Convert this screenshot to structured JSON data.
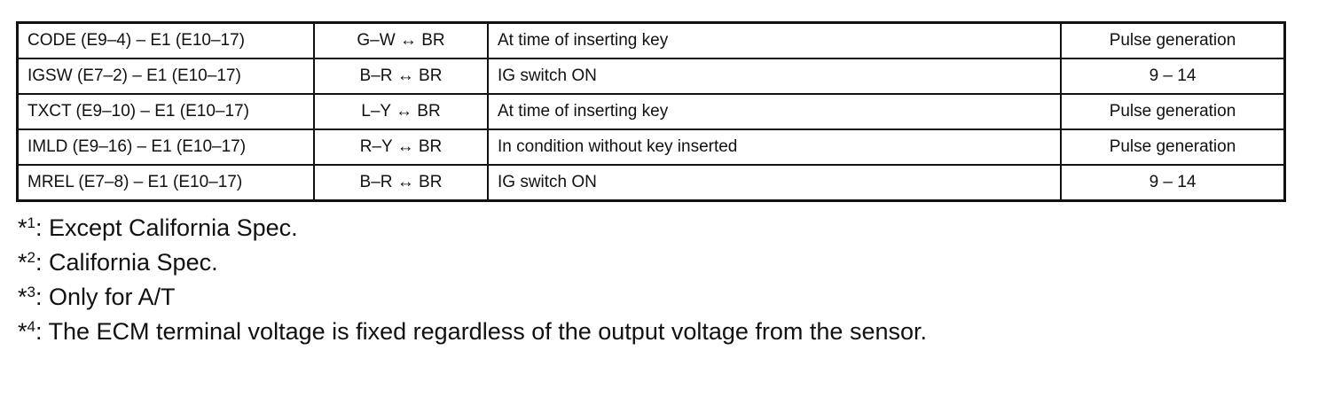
{
  "table": {
    "rows": [
      {
        "terminal": "CODE (E9–4) – E1 (E10–17)",
        "wiring": "G–W ↔ BR",
        "condition": "At time of inserting key",
        "spec": "Pulse generation"
      },
      {
        "terminal": "IGSW (E7–2) – E1 (E10–17)",
        "wiring": "B–R ↔ BR",
        "condition": "IG switch ON",
        "spec": "9 – 14"
      },
      {
        "terminal": "TXCT (E9–10) – E1 (E10–17)",
        "wiring": "L–Y ↔ BR",
        "condition": "At time of inserting key",
        "spec": "Pulse generation"
      },
      {
        "terminal": "IMLD (E9–16) – E1 (E10–17)",
        "wiring": "R–Y ↔ BR",
        "condition": "In condition without key inserted",
        "spec": "Pulse generation"
      },
      {
        "terminal": "MREL (E7–8) – E1 (E10–17)",
        "wiring": "B–R ↔ BR",
        "condition": "IG switch ON",
        "spec": "9 – 14"
      }
    ]
  },
  "footnotes": [
    {
      "mark": "*",
      "num": "1",
      "text": ": Except California Spec."
    },
    {
      "mark": "*",
      "num": "2",
      "text": ": California Spec."
    },
    {
      "mark": "*",
      "num": "3",
      "text": ": Only for A/T"
    },
    {
      "mark": "*",
      "num": "4",
      "text": ": The ECM terminal voltage is fixed regardless of the output voltage from the sensor."
    }
  ]
}
